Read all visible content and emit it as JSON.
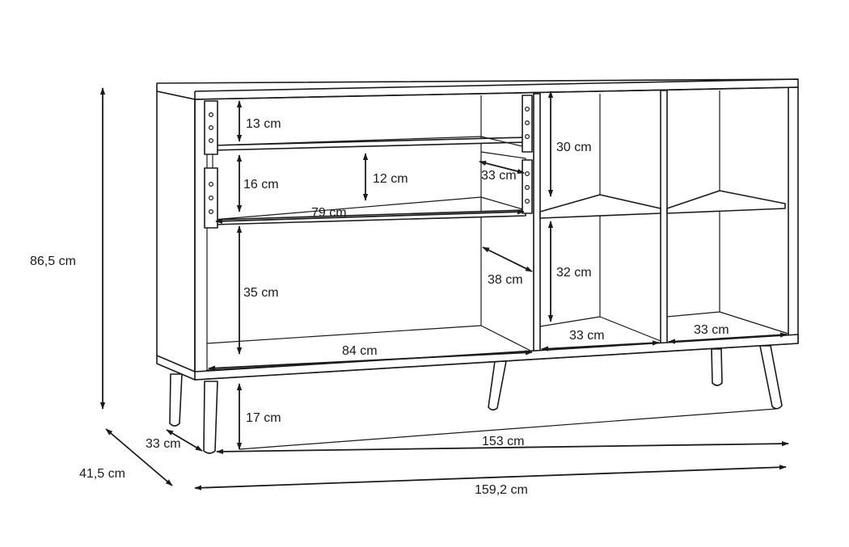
{
  "dimensions": {
    "overall_height": "86,5 cm",
    "overall_depth": "41,5 cm",
    "leg_depth": "33 cm",
    "leg_height": "17 cm",
    "inner_width": "153 cm",
    "overall_width": "159,2 cm",
    "drawer_top_height": "13 cm",
    "drawer_mid_height": "16 cm",
    "drawer_inner_height": "12 cm",
    "drawer_depth": "33 cm",
    "drawer_width": "79 cm",
    "left_compartment_height": "35 cm",
    "left_compartment_width": "84 cm",
    "left_compartment_depth": "38 cm",
    "right_upper_height": "30 cm",
    "right_lower_height": "32 cm",
    "right_left_cell_width": "33 cm",
    "right_right_cell_width": "33 cm"
  }
}
